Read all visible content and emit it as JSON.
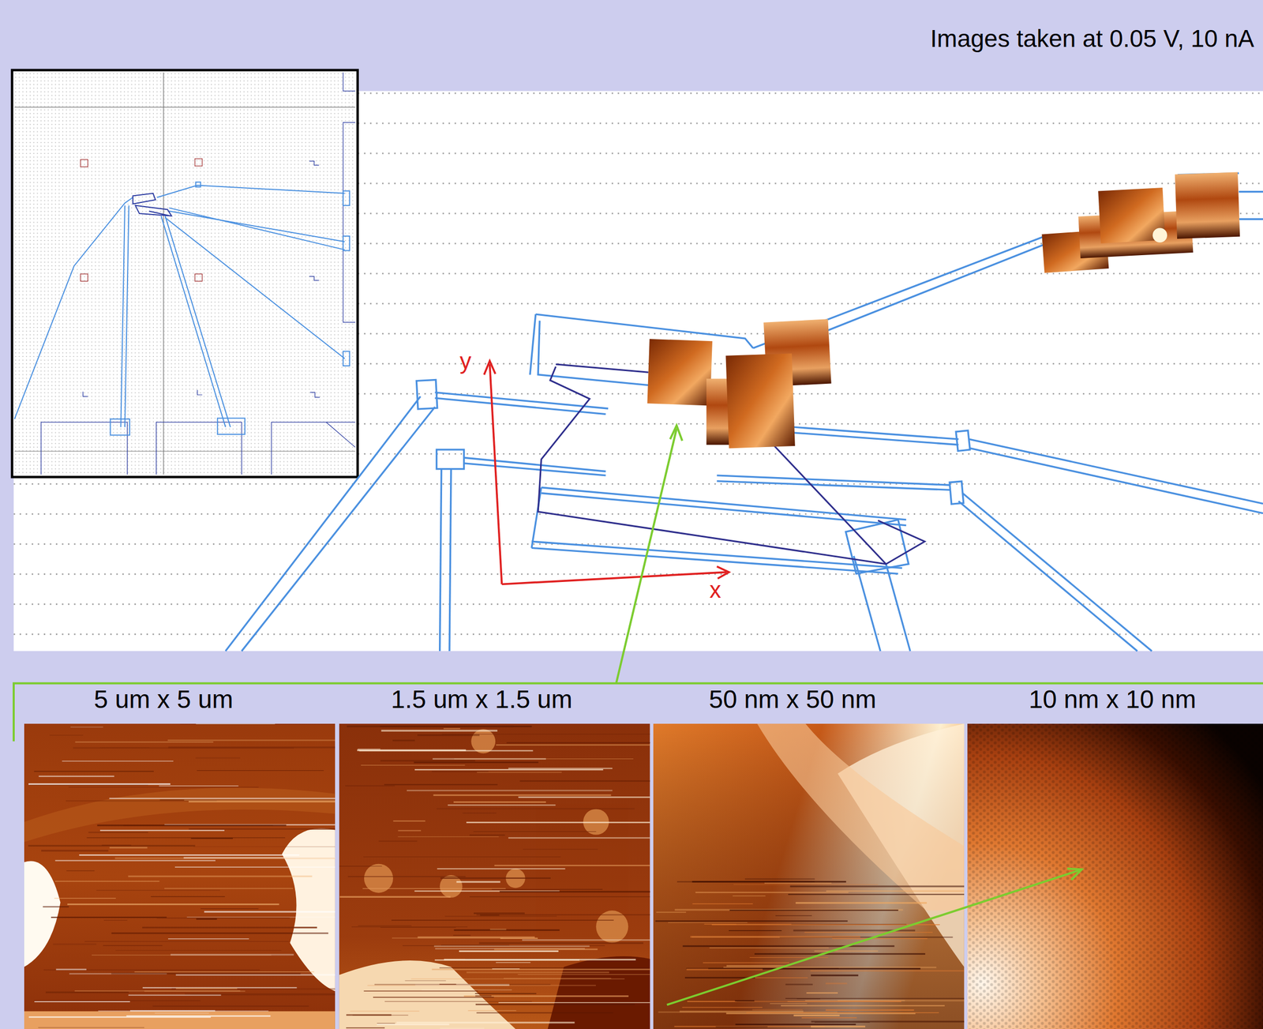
{
  "diagram": {
    "labels": [
      "Images taken at 0.05 V, 10 nA",
      "y",
      "x",
      "5 um x 5 um",
      "1.5 um x 1.5 um",
      "50 nm x 50 nm",
      "10 nm x 10 nm"
    ]
  }
}
